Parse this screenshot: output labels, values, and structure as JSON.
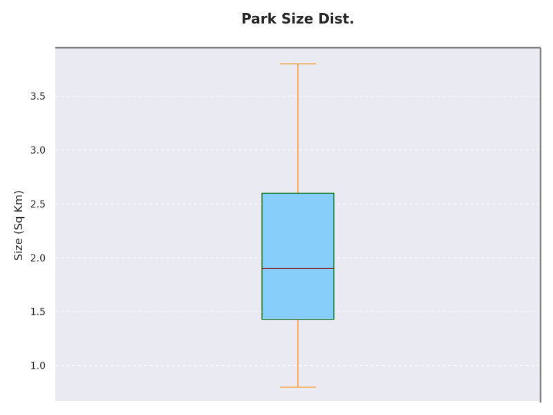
{
  "chart_data": {
    "type": "box",
    "title": "Park Size Dist.",
    "xlabel": "",
    "ylabel": "Size (Sq Km)",
    "ylim": [
      0.67,
      3.95
    ],
    "yticks": [
      1.0,
      1.5,
      2.0,
      2.5,
      3.0,
      3.5
    ],
    "ytick_labels": [
      "1.0",
      "1.5",
      "2.0",
      "2.5",
      "3.0",
      "3.5"
    ],
    "grid": true,
    "box": {
      "whisker_low": 0.8,
      "q1": 1.43,
      "median": 1.9,
      "q3": 2.6,
      "whisker_high": 3.8
    },
    "colors": {
      "plot_background": "#eaeaf2",
      "box_fill": "#87cefa",
      "box_edge": "#006400",
      "whisker": "#ff8c00",
      "median": "#8b0000",
      "grid": "#ffffff",
      "spine": "#808080"
    }
  }
}
